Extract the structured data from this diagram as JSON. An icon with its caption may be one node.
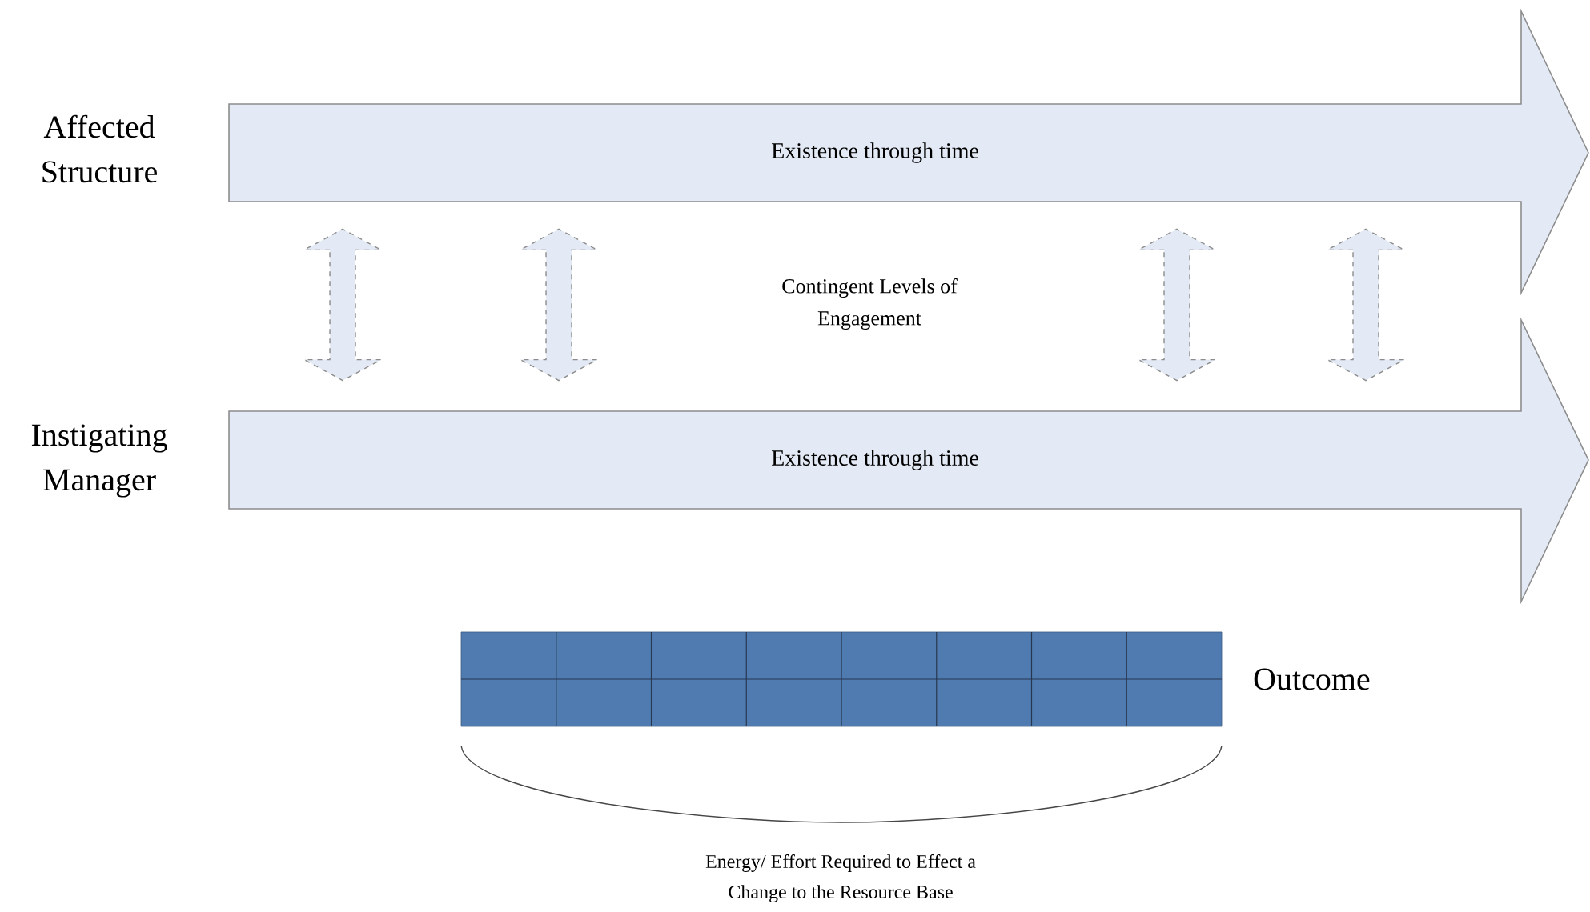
{
  "diagram": {
    "nodes": [
      {
        "text": [
          "Existence through time"
        ],
        "beside": [
          "Affected Structure"
        ]
      },
      {
        "text": [
          "Existence through time"
        ],
        "beside": [
          "Instigating Manager"
        ]
      },
      {
        "text": [],
        "shape": "box",
        "beside": [
          "Outcome"
        ]
      }
    ],
    "edges": [
      {
        "from": 0,
        "to": 1,
        "arrow": "both",
        "style": "dashed"
      },
      {
        "from": 0,
        "to": 1,
        "arrow": "both",
        "style": "dashed"
      },
      {
        "from": 0,
        "to": 1,
        "arrow": "both",
        "style": "dashed"
      },
      {
        "from": 0,
        "to": 1,
        "arrow": "both",
        "style": "dashed"
      }
    ],
    "labels": [
      "Contingent Levels of Engagement",
      "Energy/ Effort Required to Effect a Change to the Resource Base"
    ]
  }
}
